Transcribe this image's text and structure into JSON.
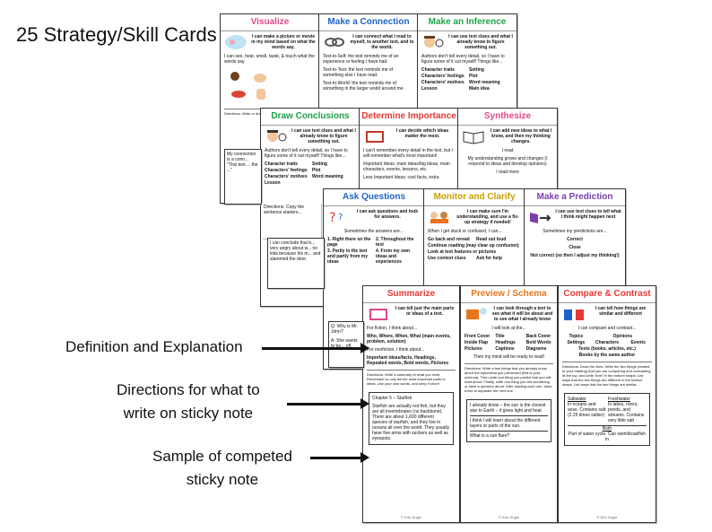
{
  "heading": "25 Strategy/Skill Cards",
  "annotations": {
    "definition": "Definition and Explanation",
    "directions_line1": "Directions for what to",
    "directions_line2": "write on sticky note",
    "sample_line1": "Sample of competed",
    "sample_line2": "sticky note"
  },
  "cards": {
    "visualize": {
      "title": "Visualize",
      "statement": "I can make a picture or movie in my mind based on what the words say.",
      "senses": "I can see, hear, smell, taste, & touch what the words say.",
      "directions": "Directions: Write or draw what you can visualize..."
    },
    "connection": {
      "title": "Make a Connection",
      "statement": "I can connect what I read to myself, to another text, and to the world.",
      "t2s": "Text-to-Self: the text reminds me of an experience or feeling I have had.",
      "t2t": "Text-to-Text: the text reminds me of something else I have read.",
      "t2w": "Text-to-World: the text reminds me of something in the larger world around me."
    },
    "inference": {
      "title": "Make an Inference",
      "statement": "I can use text clues and what I already know to figure something out.",
      "text": "Authors don't tell every detail, so I have to figure some of it out myself! Things like...",
      "items": [
        "Character traits",
        "Setting",
        "Characters' feelings",
        "Plot",
        "Characters' motives",
        "Word meaning",
        "Lesson",
        "Main idea"
      ]
    },
    "conclusions": {
      "title": "Draw Conclusions",
      "statement": "I can use text clues and what I already know to figure something out.",
      "text": "Authors don't tell every detail, so I have to figure some of it out myself! Things like...",
      "items": [
        "Character traits",
        "Setting",
        "Characters' feelings",
        "Plot",
        "Characters' motives",
        "Word meaning",
        "Lesson"
      ]
    },
    "importance": {
      "title": "Determine Importance",
      "statement": "I can decide which ideas matter the most.",
      "text": "I can't remember every detail in the text, but I will remember what's most important!",
      "ideas": "Important Ideas: main ideas/big ideas, main characters, events, lessons, etc.",
      "less": "Less Important Ideas: cool facts, extra"
    },
    "synthesize": {
      "title": "Synthesize",
      "statement": "I can add new ideas to what I know, and then my thinking changes.",
      "read": "I read",
      "grows": "My understanding grows and changes (I respond to ideas and develop opinions)",
      "more": "I read more"
    },
    "questions": {
      "title": "Ask Questions",
      "statement": "I can ask questions and look for answers.",
      "text": "Sometimes the answers are...",
      "items": [
        "1. Right there on the page",
        "2. Throughout the text",
        "3. Partly in the text and partly from my ideas",
        "4. From my own ideas and experiences"
      ]
    },
    "monitor": {
      "title": "Monitor and Clarify",
      "statement": "I can make sure I'm understanding, and use a fix-up strategy if needed!",
      "text": "When I get stuck or confused, I can...",
      "items": [
        "Go back and reread",
        "Read out loud",
        "Continue reading (may clear up confusion)",
        "Look at text features or pictures",
        "Use context clues",
        "Ask for help"
      ]
    },
    "prediction": {
      "title": "Make a Prediction",
      "statement": "I can use text clues to tell what I think might happen next",
      "text": "Sometimes my predictions are...",
      "items": [
        "Correct",
        "Close",
        "Not correct (so then I adjust my thinking!)"
      ]
    },
    "summarize": {
      "title": "Summarize",
      "statement": "I can tell just the main parts or ideas of a text.",
      "fiction": "For fiction, I think about...",
      "fiction_items": "Who, Where, When, What (main events, problem, solution)",
      "nonfiction": "For nonfiction, I think about...",
      "nonfiction_items": "Important ideas/facts, Headings, Repeated words, Bold words, Pictures",
      "directions": "Directions: Write a summary of what you read. Remember to only tell the most important parts or ideas. Use your own words, and keep it short!",
      "sticky_title": "Chapter 5 – Starfish",
      "sticky_text": "Starfish are actually not fish, but they are all invertebrates (no backbone). There are about 1,600 different species of starfish, and they live in oceans all over the world. They usually have five arms with suckers as well as eyespots.",
      "footer": "© Erin Gugle"
    },
    "preview": {
      "title": "Preview / Schema",
      "statement": "I can look through a text to see what it will be about and to see what I already know",
      "look": "I will look at the...",
      "items": [
        "Front Cover",
        "Title",
        "Back Cover",
        "Inside Flap",
        "Headings",
        "Bold Words",
        "Pictures",
        "Captions",
        "Diagrams"
      ],
      "ready": "Then my mind will be ready to read!",
      "directions": "Directions: Write a few things that you already know about the topic/what you previewed (this is your schema). Then write one thing you predict that you will read about. Finally, write one thing you are wondering or have a question about. After reading each one, draw a line to separate the next one.",
      "sticky1": "I already know – the sun is the closest star to Earth – it gives light and heat",
      "sticky2": "I think I will learn about the different layers or parts of the sun.",
      "sticky3": "What is a sun flare?",
      "footer": "© Erin Gugle"
    },
    "compare": {
      "title": "Compare & Contrast",
      "statement": "I can tell how things are similar and different",
      "text": "I can compare and contrast...",
      "items": [
        "Topics",
        "Opinions",
        "Settings",
        "Characters",
        "Events",
        "Texts (books, articles, etc.)",
        "Books by the same author"
      ],
      "directions": "Directions: Draw the lines. Write the two things (related to your reading) that you are comparing and contrasting at the top, and write 'both' in the bottom shape. List ways that the two things are different in the bottom shape. List ways that the two things are similar.",
      "left_head": "Saltwater",
      "left_text": "In oceans and seas. Contains salt (2.25 times saltier)",
      "right_head": "Freshwater",
      "right_text": "In lakes, rivers, ponds, and streams. Contains very little salt",
      "both_head": "Both",
      "both_text": "Part of water cycle. Can swim/boat/fish in",
      "footer": "© Erin Gugle"
    }
  },
  "partials": {
    "convo": "Directions: Copy the sentence starters...",
    "sticky_a": "My connection is a conn... \"This text ... the ...\"",
    "sticky_b": "I can conclude that b... very angry about w... no kids because his m... and slammed the door.",
    "sticky_c": "Q: Why is Mr. John?",
    "sticky_d": "A: She wants to be... off."
  },
  "colors": {
    "red": "#e53935",
    "blue": "#1e63c9",
    "green": "#1fa24a",
    "orange": "#e8741a",
    "purple": "#7b3fb0"
  }
}
